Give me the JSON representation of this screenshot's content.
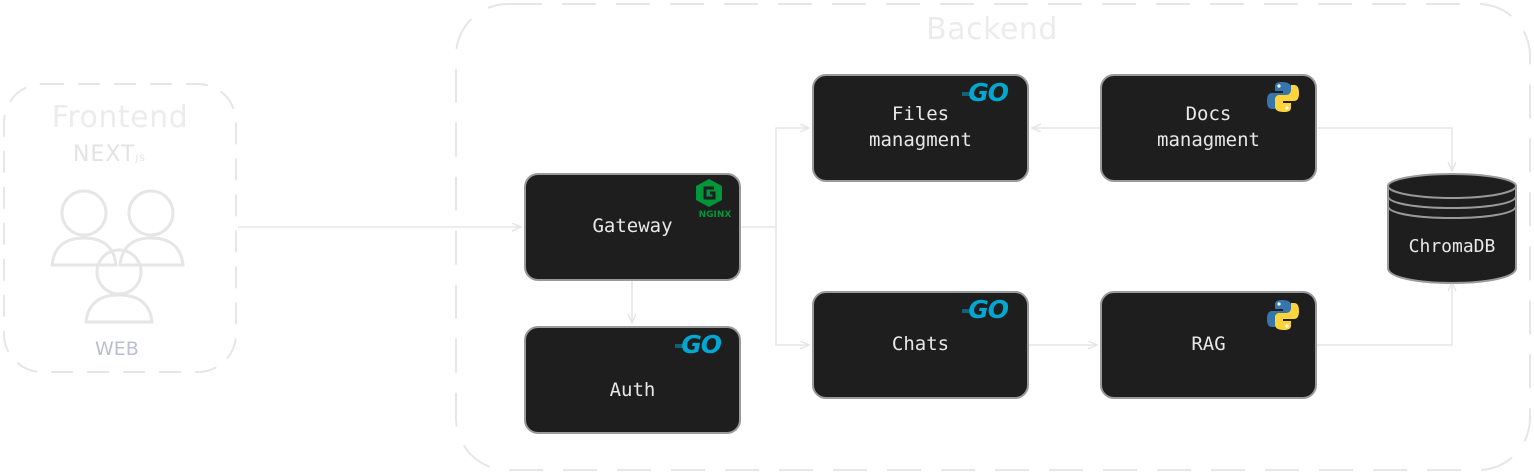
{
  "groups": {
    "frontend": {
      "title": "Frontend",
      "framework": "NEXT",
      "framework_suffix": "JS",
      "client_label": "WEB"
    },
    "backend": {
      "title": "Backend"
    }
  },
  "services": {
    "gateway": {
      "label": "Gateway",
      "tech_icon": "nginx-logo-icon",
      "tech_text": "NGINX"
    },
    "auth": {
      "label": "Auth",
      "tech_icon": "go-logo-icon",
      "tech_text": "GO"
    },
    "files": {
      "label": "Files\nmanagment",
      "tech_icon": "go-logo-icon",
      "tech_text": "GO"
    },
    "docs": {
      "label": "Docs\nmanagment",
      "tech_icon": "python-logo-icon"
    },
    "chats": {
      "label": "Chats",
      "tech_icon": "go-logo-icon",
      "tech_text": "GO"
    },
    "rag": {
      "label": "RAG",
      "tech_icon": "python-logo-icon"
    }
  },
  "database": {
    "label": "ChromaDB",
    "icon": "database-cylinder-icon"
  },
  "connections": [
    {
      "from": "frontend",
      "to": "gateway"
    },
    {
      "from": "gateway",
      "to": "auth"
    },
    {
      "from": "gateway",
      "to": "files"
    },
    {
      "from": "gateway",
      "to": "chats"
    },
    {
      "from": "docs",
      "to": "files"
    },
    {
      "from": "docs",
      "to": "database"
    },
    {
      "from": "chats",
      "to": "rag"
    },
    {
      "from": "rag",
      "to": "database"
    }
  ],
  "colors": {
    "node_fill": "#1e1e1e",
    "node_border": "#9a9a9a",
    "group_border": "#e6e6e6",
    "edge": "#e6e6e6",
    "go_blue": "#00a7d0",
    "nginx_green": "#009639",
    "python_blue": "#3776ab",
    "python_yellow": "#ffd43b"
  }
}
